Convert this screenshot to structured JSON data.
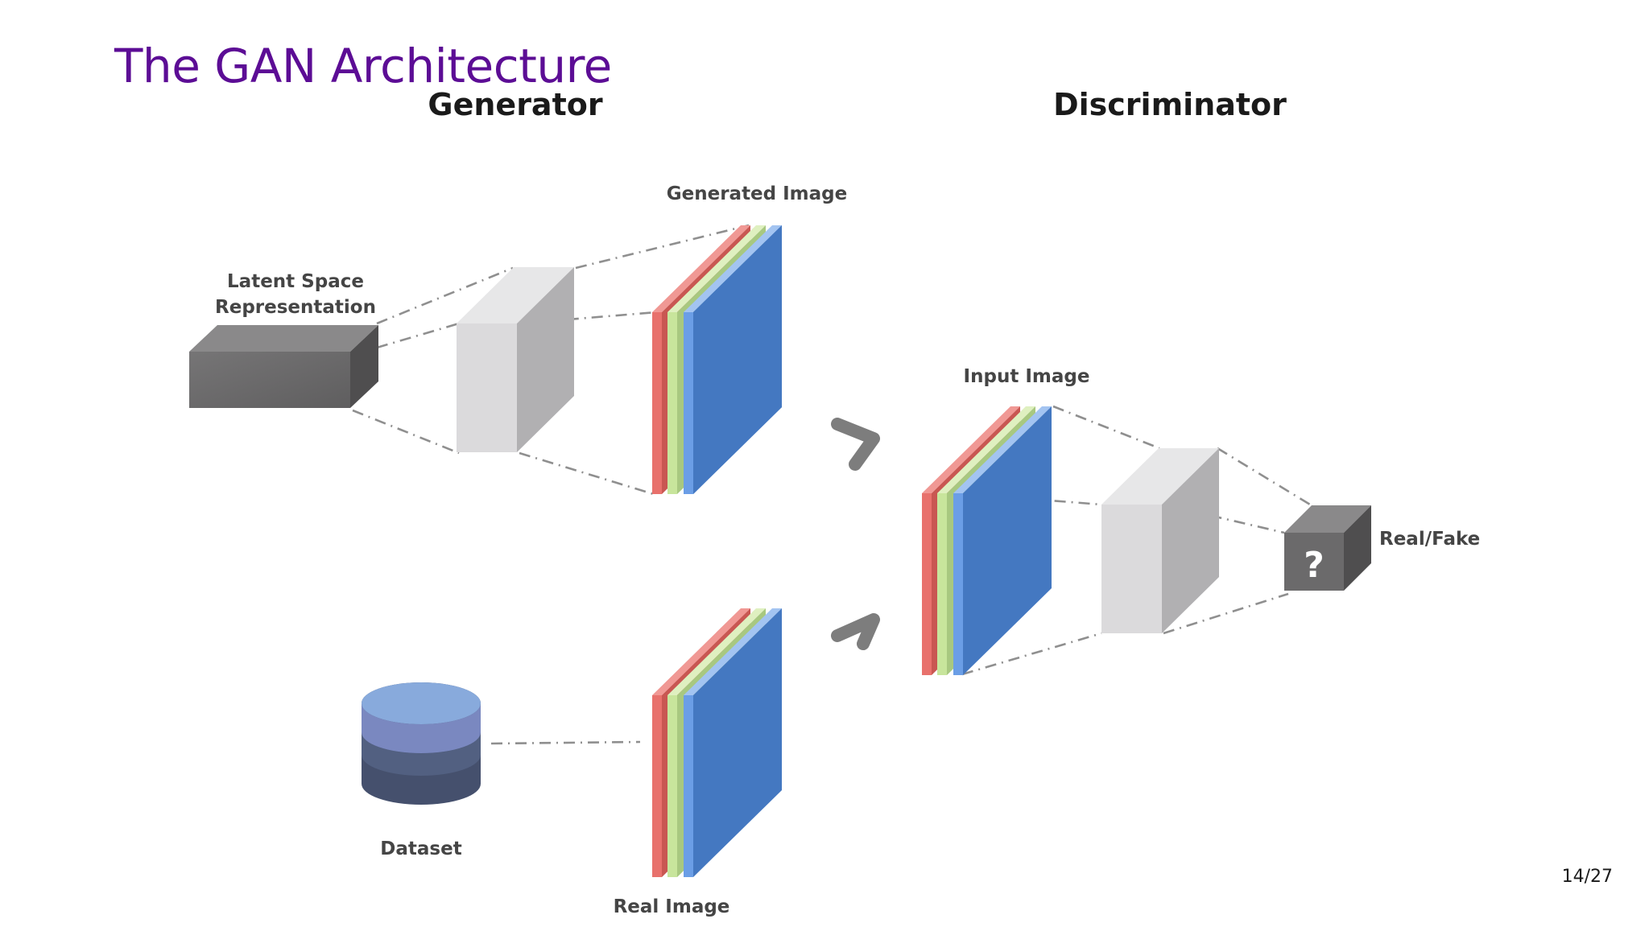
{
  "slide": {
    "title": "The GAN Architecture",
    "page_number": "14/27"
  },
  "sections": {
    "generator": "Generator",
    "discriminator": "Discriminator"
  },
  "labels": {
    "latent_line1": "Latent Space",
    "latent_line2": "Representation",
    "generated_image": "Generated Image",
    "input_image": "Input Image",
    "real_fake": "Real/Fake",
    "question_mark": "?",
    "dataset": "Dataset",
    "real_image": "Real Image"
  },
  "colors": {
    "title": "#5c0d95",
    "channel_red": "#e8716c",
    "channel_green": "#c8e59c",
    "channel_blue": "#6b9ee6",
    "main_blue": "#4478c1",
    "latent_box": "#6b6a6b",
    "arrow": "#7d7d7d",
    "dashed_line": "#8f8f8f"
  },
  "icons": [
    "database-icon",
    "arrow-right-icon",
    "question-mark-cube-icon"
  ]
}
